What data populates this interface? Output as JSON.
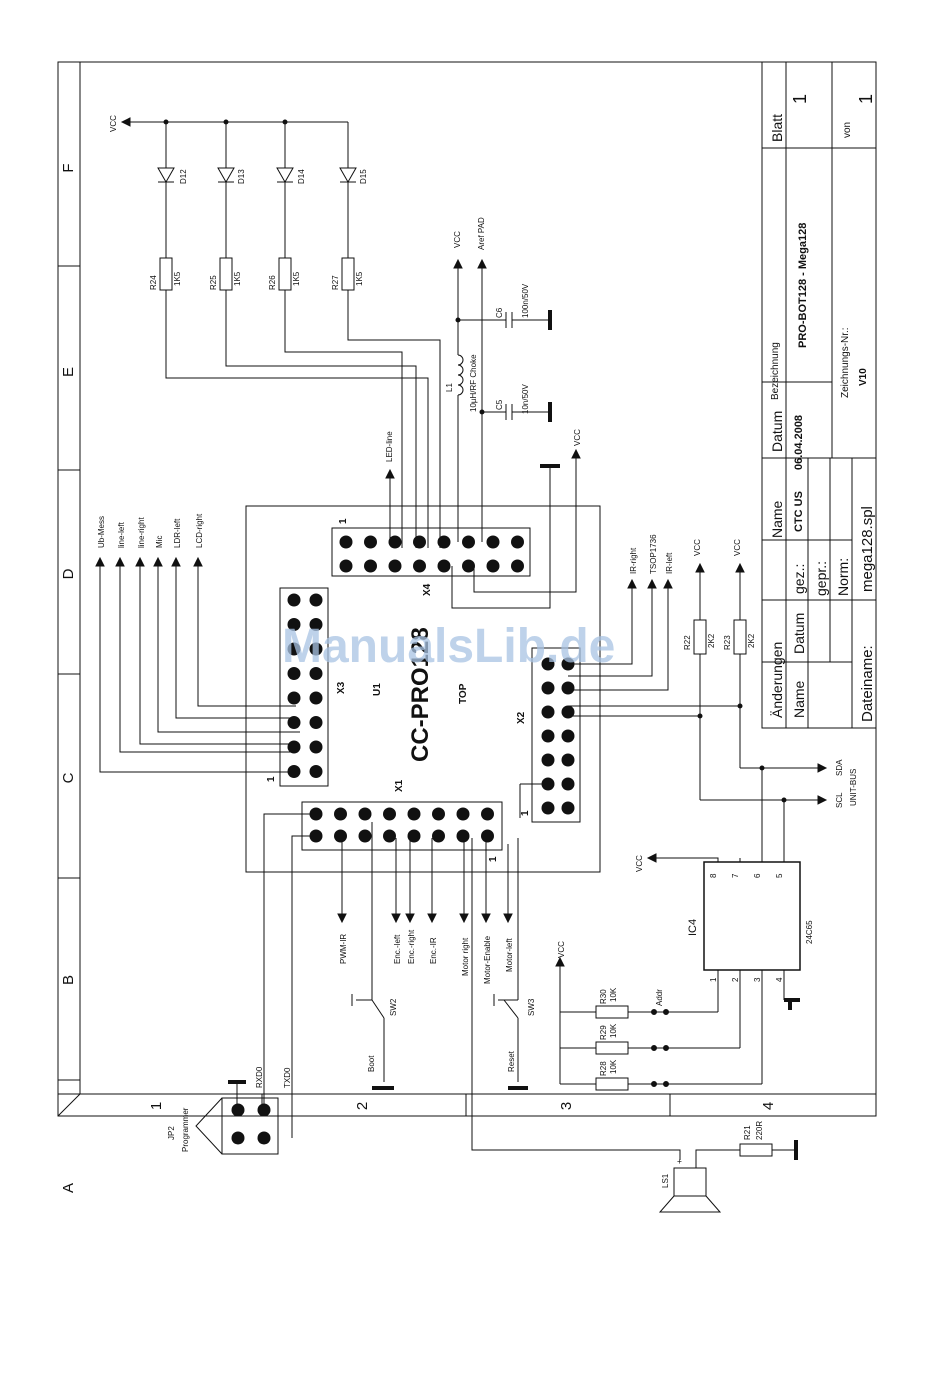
{
  "frame": {
    "columns": [
      "A",
      "B",
      "C",
      "D",
      "E",
      "F"
    ],
    "rows": [
      "1",
      "2",
      "3",
      "4"
    ]
  },
  "title_block": {
    "blatt_label": "Blatt",
    "blatt_value": "1",
    "von_label": "von",
    "von_value": "1",
    "bezeichnung_label": "Bezeichnung",
    "project": "PRO-BOT128  -  Mega128",
    "zeichnungs_label": "Zeichnungs-Nr.:",
    "zeichnungs_value": "V10",
    "datum_label": "Datum",
    "datum_value": "06.04.2008",
    "name_label": "Name",
    "name_value": "CTC US",
    "gez_label": "gez.:",
    "gepr_label": "gepr.:",
    "norm_label": "Norm:",
    "aenderungen_label": "Änderungen",
    "name_col": "Name",
    "datum_col": "Datum",
    "dateiname_label": "Dateiname:",
    "dateiname_value": "mega128.spl"
  },
  "module": {
    "name": "CC-PRO128",
    "ref": "U1",
    "side": "TOP"
  },
  "connectors": {
    "x1": "X1",
    "x2": "X2",
    "x3": "X3",
    "x4": "X4",
    "pin1": "1"
  },
  "leds": [
    {
      "ref": "D12",
      "resistor": "R24",
      "value": "1K5"
    },
    {
      "ref": "D13",
      "resistor": "R25",
      "value": "1K5"
    },
    {
      "ref": "D14",
      "resistor": "R26",
      "value": "1K5"
    },
    {
      "ref": "D15",
      "resistor": "R27",
      "value": "1K5"
    }
  ],
  "nets": {
    "vcc": "VCC",
    "aref": "Aref PAD",
    "led_line": "LED-line",
    "x3_signals": [
      "Ub-Mess",
      "line-left",
      "line-right",
      "Mic",
      "LDR-left",
      "LCD-right"
    ],
    "x2_signals": [
      "IR-right",
      "TSOP1736",
      "IR-left"
    ],
    "x1_signals": [
      "PWM-IR",
      "Enc.-left",
      "Enc.-right",
      "Enc.-IR",
      "Motor right",
      "Motor-Enable",
      "Motor-left"
    ],
    "scl": "SCL",
    "sda": "SDA",
    "unitbus": "UNIT-BUS",
    "rxd": "RXD0",
    "txd": "TXD0",
    "addr": "Addr"
  },
  "parts": {
    "l1": "L1",
    "l1_val": "10µH/RF Choke",
    "c6": "C6",
    "c6_val": "100n/50V",
    "c5": "C5",
    "c5_val": "10n/50V",
    "r22": "R22",
    "r22_val": "2K2",
    "r23": "R23",
    "r23_val": "2K2",
    "ic4": "IC4",
    "ic4_val": "24C65",
    "r30": "R30",
    "r30_val": "10K",
    "r29": "R29",
    "r29_val": "10K",
    "r28": "R28",
    "r28_val": "10K",
    "r21": "R21",
    "r21_val": "220R",
    "sw2": "SW2",
    "sw2_name": "Boot",
    "sw3": "SW3",
    "sw3_name": "Reset",
    "jp2": "JP2",
    "jp2_name": "Programmer",
    "ls1": "LS1",
    "ls1_plus": "+",
    "ic_pins": [
      "1",
      "2",
      "3",
      "4",
      "5",
      "6",
      "7",
      "8"
    ]
  },
  "watermark": "ManualsLib.de"
}
